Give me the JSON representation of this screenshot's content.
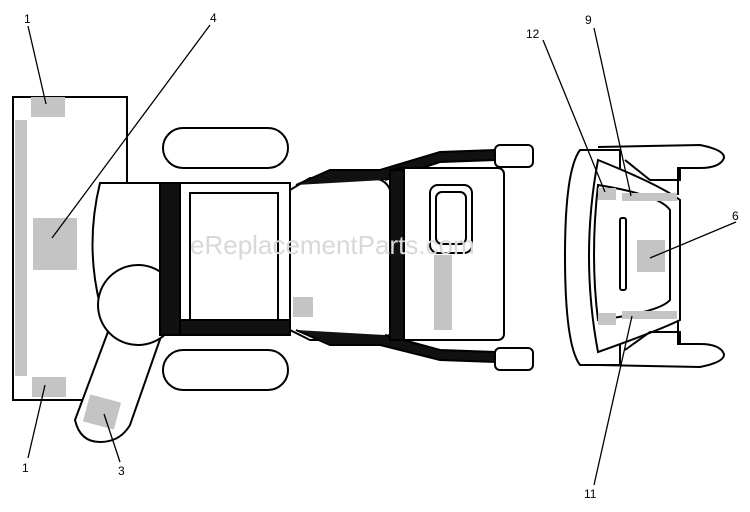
{
  "watermark": "eReplacementParts.com",
  "callouts": {
    "c1_top": "1",
    "c1_bottom": "1",
    "c3": "3",
    "c4": "4",
    "c6": "6",
    "c9": "9",
    "c11": "11",
    "c12": "12"
  },
  "colors": {
    "outline": "#000000",
    "decal": "#c4c4c4",
    "background": "#ffffff"
  }
}
